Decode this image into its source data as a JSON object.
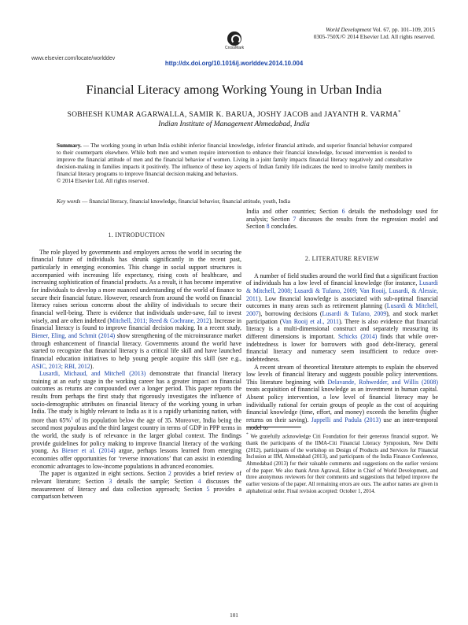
{
  "header": {
    "url": "www.elsevier.com/locate/worlddev",
    "journal_name": "World Development",
    "journal_citation": " Vol. 67, pp. 101–109, 2015",
    "issn_line": "0305-750X/© 2014 Elsevier Ltd. All rights reserved.",
    "crossmark_label": "CrossMark",
    "doi": "http://dx.doi.org/10.1016/j.worlddev.2014.10.004"
  },
  "title": "Financial Literacy among Working Young in Urban India",
  "authors": "SOBHESH KUMAR AGARWALLA, SAMIR K. BARUA, JOSHY JACOB and JAYANTH R. VARMA",
  "author_mark": "*",
  "affiliation": "Indian Institute of Management Ahmedabad, India",
  "abstract": {
    "label": "Summary.",
    "text": " — The working young in urban India exhibit inferior financial knowledge, inferior financial attitude, and superior financial behavior compared to their counterparts elsewhere. While both men and women require intervention to enhance their financial knowledge, focused intervention is needed to improve the financial attitude of men and the financial behavior of women. Living in a joint family impacts financial literacy negatively and consultative decision-making in families impacts it positively. The influence of these key aspects of Indian family life indicates the need to involve family members in financial literacy programs to improve financial decision making and behaviors.",
    "copyright": "© 2014 Elsevier Ltd. All rights reserved."
  },
  "keywords": {
    "label": "Key words",
    "text": " — financial literacy, financial knowledge, financial behavior, financial attitude, youth, India"
  },
  "intro": {
    "heading": "1. INTRODUCTION",
    "p1a": "The role played by governments and employers across the world in securing the financial future of individuals has shrunk significantly in the recent past, particularly in emerging economies. This change in social support structures is accompanied with increasing life expectancy, rising costs of healthcare, and increasing sophistication of financial products. As a result, it has become imperative for individuals to develop a more nuanced understanding of the world of finance to secure their financial future. However, research from around the world on financial literacy raises serious concerns about the ability of individuals to secure their financial well-being. There is evidence that individuals under-save, fail to invest wisely, and are often indebted (",
    "c1": "Mitchell, 2011; Reed & Cochrane, 2012",
    "p1b": "). Increase in financial literacy is found to improve financial decision making. In a recent study, ",
    "c2": "Biener, Eling, and Schmit (2014)",
    "p1c": " show strengthening of the microinsurance market through enhancement of financial literacy. Governments around the world have started to recognize that financial literacy is a critical life skill and have launched financial education initiatives to help young people acquire this skill (see e.g., ",
    "c3": "ASIC, 2013; RBI, 2012",
    "p1d": ").",
    "c4": "Lusardi, Michaud, and Mitchell (2013)",
    "p2a": " demonstrate that financial literacy training at an early stage in the working career has a greater impact on financial outcomes as returns are compounded over a longer period. This paper reports the results from perhaps the first study that rigorously investigates the influence of socio-demographic attributes on financial literacy of the working young in urban India. The study is highly relevant to India as it is a rapidly urbanizing nation, with more than 65%",
    "fnref": "1",
    "p2b": " of its population below the age of 35. Moreover, India being the second most populous and the third largest country in terms of GDP in PPP terms in the world, the study is of relevance in the larger global context. The findings provide guidelines for policy making to improve financial literacy of the working young. As ",
    "c5": "Biener et al. (2014)",
    "p2c": " argue, perhaps lessons learned from emerging economies offer opportunities for ‘reverse innovations’ that can assist in extending economic advantages to low-income populations in advanced economies.",
    "p3a": "The paper is organized in eight sections. Section ",
    "s2": "2",
    "p3b": " provides a brief review of relevant literature; Section ",
    "s3": "3",
    "p3c": " details the sample; Section ",
    "s4": "4",
    "p3d": " discusses the measurement of literacy and data collection approach; Section ",
    "s5": "5",
    "p3e": " provides a comparison between",
    "p3f": "India and other countries; Section ",
    "s6": "6",
    "p3g": " details the methodology used for analysis; Section ",
    "s7": "7",
    "p3h": " discusses the results from the regression model and Section ",
    "s8": "8",
    "p3i": " concludes."
  },
  "lit": {
    "heading": "2. LITERATURE REVIEW",
    "p1a": "A number of field studies around the world find that a significant fraction of individuals has a low level of financial knowledge (for instance, ",
    "c1": "Lusardi & Mitchell, 2008; Lusardi & Tufano, 2009; Van Rooij, Lusardi, & Alessie, 2011",
    "p1b": "). Low financial knowledge is associated with sub-optimal financial outcomes in many areas such as retirement planning (",
    "c2": "Lusardi & Mitchell, 2007",
    "p1c": "), borrowing decisions (",
    "c3": "Lusardi & Tufano, 2009",
    "p1d": "), and stock market participation (",
    "c4": "Van Rooij et al., 2011",
    "p1e": "). There is also evidence that financial literacy is a multi-dimensional construct and separately measuring its different dimensions is important. ",
    "c5": "Schicks (2014)",
    "p1f": " finds that while over-indebtedness is lower for borrowers with good debt-literacy, general financial literacy and numeracy seem insufficient to reduce over-indebtedness.",
    "p2a": "A recent stream of theoretical literature attempts to explain the observed low levels of financial literacy and suggests possible policy interventions. This literature beginning with ",
    "c6": "Delavande, Rohwedder, and Willis (2008)",
    "p2b": " treats acquisition of financial knowledge as an investment in human capital. Absent policy intervention, a low level of financial literacy may be individually rational for certain groups of people as the cost of acquiring financial knowledge (time, effort, and money) exceeds the benefits (higher returns on their saving). ",
    "c7": "Jappelli and Padula (2013)",
    "p2c": " use an inter-temporal model to"
  },
  "footnote": {
    "mark": "*",
    "text": " We gratefully acknowledge Citi Foundation for their generous financial support. We thank the participants of the IIMA-Citi Financial Literacy Symposium, New Delhi (2012), participants of the workshop on Design of Products and Services for Financial Inclusion at IIM, Ahmedabad (2013), and participants of the India Finance Conference, Ahmedabad (2013) for their valuable comments and suggestions on the earlier versions of the paper. We also thank Arun Agrawal, Editor in Chief of World Development, and three anonymous reviewers for their comments and suggestions that helped improve the earlier versions of the paper. All remaining errors are ours. The author names are given in alphabetical order. Final revision accepted: October 1, 2014."
  },
  "page_number": "101"
}
